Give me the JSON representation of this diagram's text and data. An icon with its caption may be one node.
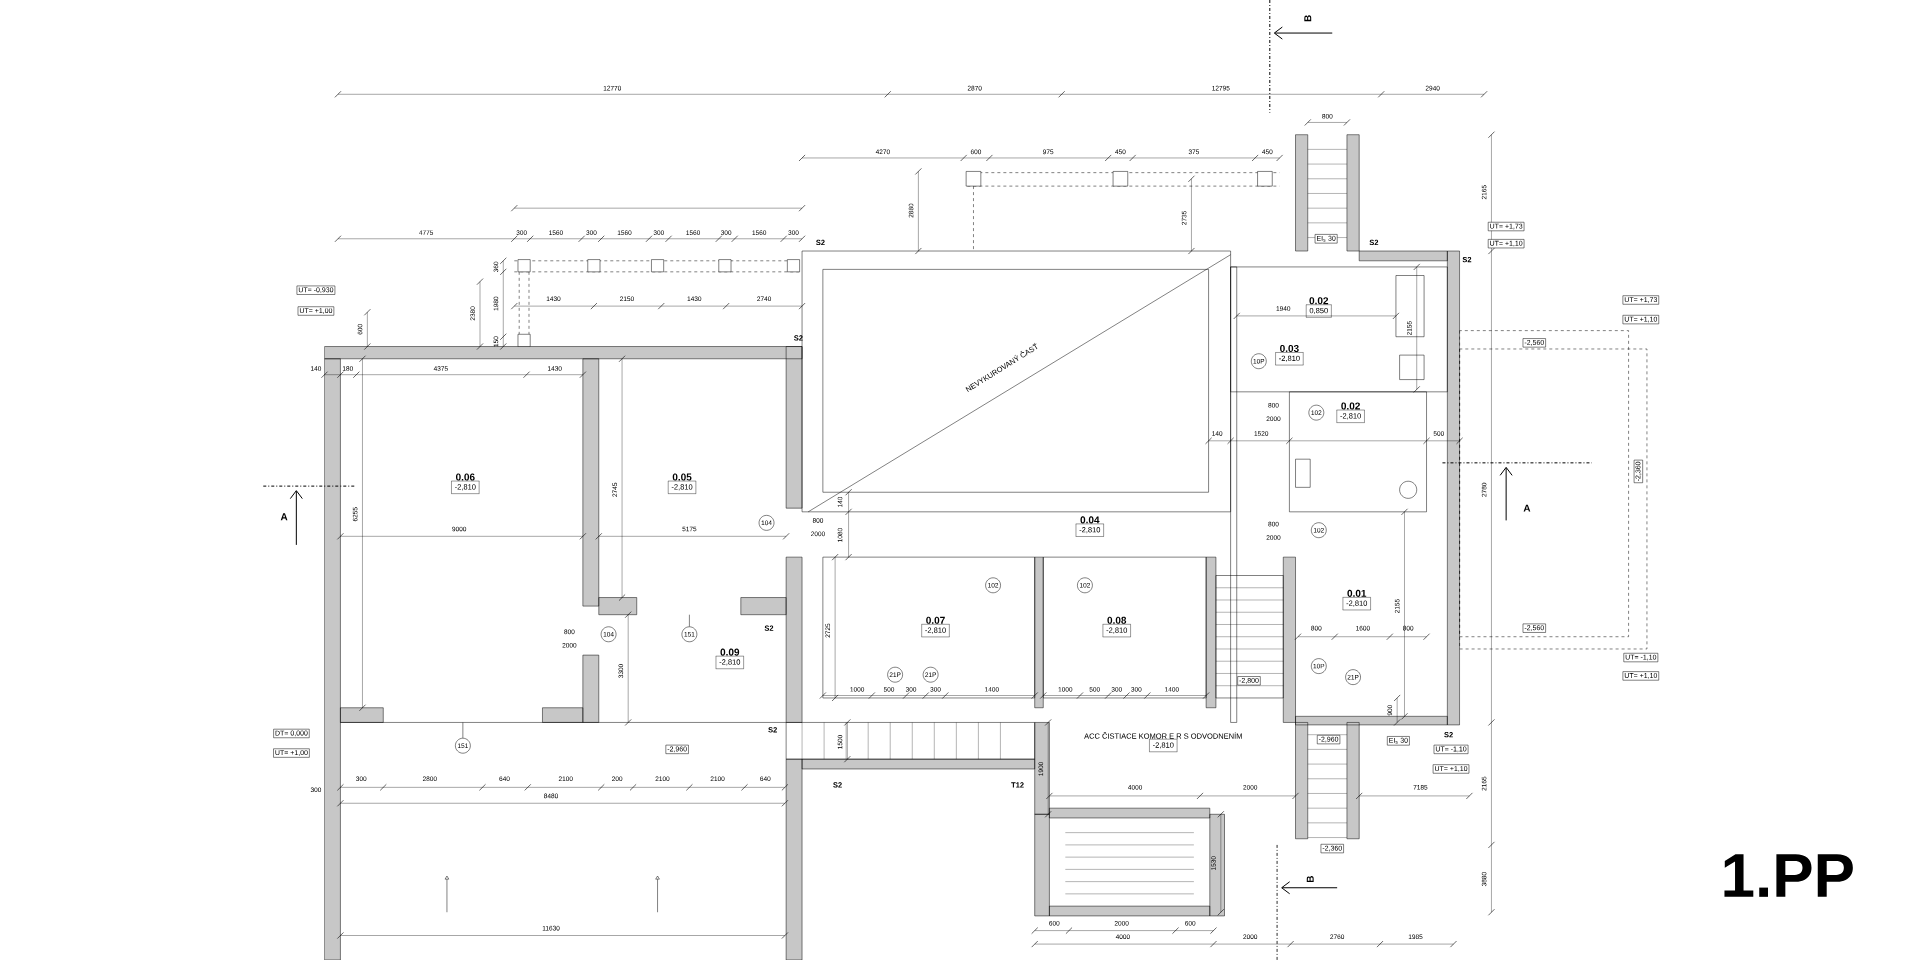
{
  "diagram": {
    "title": "1.PP",
    "nodes": [
      {
        "text": [
          "0.06",
          "-2,810"
        ]
      },
      {
        "text": [
          "0.05",
          "-2,810"
        ]
      },
      {
        "text": [
          "NEVYKUROVANÝ ČASŤ"
        ]
      },
      {
        "text": [
          "0.02",
          "0,850"
        ]
      },
      {
        "text": [
          "0.03",
          "-2,810"
        ]
      },
      {
        "text": [
          "0.02",
          "-2,810"
        ]
      },
      {
        "text": [
          "0.04",
          "-2,810"
        ]
      },
      {
        "text": [
          "0.07",
          "-2,810"
        ]
      },
      {
        "text": [
          "0.08",
          "-2,810"
        ]
      },
      {
        "text": [
          "0.01",
          "-2,810"
        ]
      },
      {
        "text": [
          "0.09",
          "-2,810"
        ]
      },
      {
        "text": [
          "ACC ČISTIACE KOMOR E R S ODVODNENÍM",
          "-2,810"
        ]
      },
      {
        "text": [
          "UT= -0,930"
        ]
      },
      {
        "text": [
          "UT= +1,00"
        ]
      },
      {
        "text": [
          "UT= +1,73"
        ]
      },
      {
        "text": [
          "UT= +1,10"
        ]
      },
      {
        "text": [
          "UT= +1,73"
        ]
      },
      {
        "text": [
          "UT= +1,10"
        ]
      },
      {
        "text": [
          "-2,560"
        ]
      },
      {
        "text": [
          "EI$_{s}$ 30"
        ]
      },
      {
        "text": [
          "-2,560"
        ]
      },
      {
        "text": [
          "-2,360"
        ]
      },
      {
        "text": [
          "UT= -1,10"
        ]
      },
      {
        "text": [
          "UT= +1,10"
        ]
      },
      {
        "text": [
          "DT= 0,000"
        ]
      },
      {
        "text": [
          "UT= +1,00"
        ]
      },
      {
        "text": [
          "-2,960"
        ]
      },
      {
        "text": [
          "-2,960"
        ]
      },
      {
        "text": [
          "EI$_{s}$ 30"
        ]
      },
      {
        "text": [
          "UT= -1,10"
        ]
      },
      {
        "text": [
          "UT= +1,10"
        ]
      },
      {
        "text": [
          "-2,360"
        ]
      },
      {
        "text": [
          "-2,800"
        ]
      },
      {
        "text": [
          "10P"
        ]
      },
      {
        "text": [
          "102"
        ]
      },
      {
        "text": [
          "104"
        ]
      },
      {
        "text": [
          "102"
        ]
      },
      {
        "text": [
          "102"
        ]
      },
      {
        "text": [
          "102"
        ]
      },
      {
        "text": [
          "104"
        ]
      },
      {
        "text": [
          "151"
        ]
      },
      {
        "text": [
          "10P"
        ]
      },
      {
        "text": [
          "21P"
        ]
      },
      {
        "text": [
          "21P"
        ]
      },
      {
        "text": [
          "21P"
        ]
      },
      {
        "text": [
          "151"
        ]
      }
    ],
    "edges": [
      {
        "from": 40,
        "to": null,
        "arrow": "none"
      },
      {
        "from": 45,
        "to": null,
        "arrow": "none"
      }
    ],
    "labels": [
      "12770",
      "2870",
      "12795",
      "2940",
      "800",
      "4270",
      "600",
      "975",
      "450",
      "375",
      "450",
      "2880",
      "2735",
      "2165",
      "4775",
      "300",
      "1560",
      "300",
      "1560",
      "300",
      "1560",
      "300",
      "1560",
      "300",
      "S2",
      "360",
      "2380",
      "1980",
      "150",
      "1430",
      "2150",
      "1430",
      "2740",
      "600",
      "S2",
      "1940",
      "2155",
      "S2",
      "S2",
      "140",
      "180",
      "4375",
      "1430",
      "6255",
      "2745",
      "9000",
      "5175",
      "800",
      "2000",
      "140",
      "1080",
      "140",
      "1520",
      "500",
      "800",
      "2000",
      "2780",
      "A",
      "A",
      "800",
      "2000",
      "2725",
      "2155",
      "800",
      "1600",
      "800",
      "800",
      "2000",
      "3300",
      "S2",
      "1000",
      "500",
      "300",
      "300",
      "1400",
      "1000",
      "500",
      "300",
      "300",
      "1400",
      "900",
      "S2",
      "S2",
      "1500",
      "S2",
      "T12",
      "1900",
      "4000",
      "2000",
      "7185",
      "300",
      "300",
      "2800",
      "640",
      "2100",
      "200",
      "2100",
      "2100",
      "640",
      "8480",
      "1530",
      "B",
      "B",
      "3880",
      "2165",
      "11630",
      "600",
      "2000",
      "600",
      "4000",
      "2000",
      "2760",
      "1985"
    ]
  }
}
